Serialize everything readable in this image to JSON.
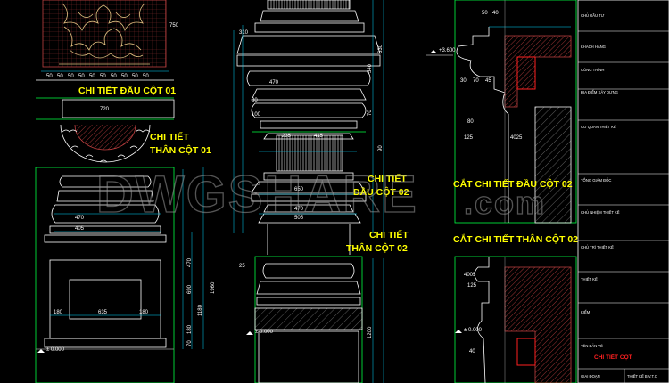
{
  "titles": {
    "dau_cot_01": "CHI TIẾT ĐẦU CỘT 01",
    "than_cot_01_l1": "CHI TIẾT",
    "than_cot_01_l2": "THÂN CỘT 01",
    "dau_cot_02_l1": "CHI TIẾT",
    "dau_cot_02_l2": "ĐẦU CỘT 02",
    "than_cot_02_l1": "CHI TIẾT",
    "than_cot_02_l2": "THÂN CỘT 02",
    "cat_dau_cot_02": "CẮT CHI TIẾT ĐẦU CỘT 02",
    "cat_than_cot_02": "CẮT CHI TIẾT THÂN CỘT 02"
  },
  "watermark": {
    "main": "DWGSHARE",
    "suffix": ".com"
  },
  "dimensions": {
    "left": [
      "50",
      "50",
      "50",
      "50",
      "50",
      "50",
      "50",
      "50",
      "50",
      "50",
      "750",
      "720",
      "470",
      "405",
      "180",
      "180",
      "635",
      "1960",
      "1180",
      "690",
      "470",
      "180",
      "70"
    ],
    "middle": [
      "310",
      "470",
      "415",
      "235",
      "80",
      "100",
      "650",
      "470",
      "505",
      "540",
      "630",
      "70",
      "90",
      "1200",
      "25"
    ],
    "right": [
      "50",
      "40",
      "30",
      "70",
      "45",
      "80",
      "125",
      "4025",
      "125",
      "4005",
      "40"
    ],
    "levels": [
      "+3.600",
      "± 0.000"
    ]
  },
  "title_block": {
    "rows": [
      "CHỦ ĐẦU TƯ",
      "KHÁCH HÀNG",
      "CÔNG TRÌNH",
      "ĐỊA ĐIỂM XÂY DỰNG",
      "CƠ QUAN THIẾT KẾ",
      "TỔNG GIÁM ĐỐC",
      "CHỦ NHIỆM THIẾT KẾ",
      "CHỦ TRÌ THIẾT KẾ",
      "THIẾT KẾ",
      "KIỂM",
      "TÊN BẢN VẼ"
    ],
    "drawing_name": "CHI TIẾT CỘT",
    "footer_left": "GIAI ĐOẠN",
    "footer_right": "THIẾT KẾ B.V.T.C"
  },
  "colors": {
    "background": "#000000",
    "linework": "#ffffff",
    "frame": "#00ff40",
    "titles": "#ffff00",
    "hatch": "#c04040",
    "section_red": "#ff2020",
    "dim_lines": "#00d8ff"
  }
}
